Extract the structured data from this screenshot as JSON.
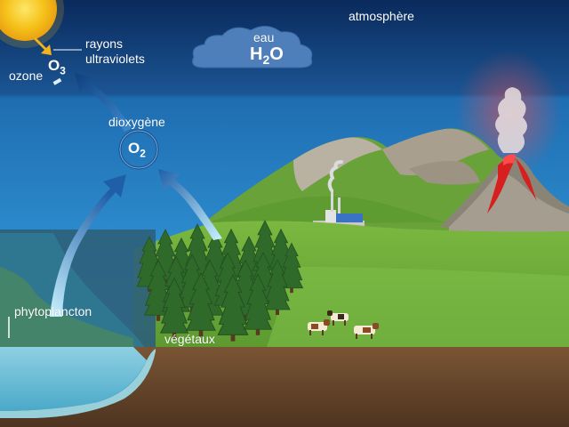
{
  "labels": {
    "atmosphere": "atmosphère",
    "rays_line1": "rayons",
    "rays_line2": "ultraviolets",
    "ozone": "ozone",
    "ozone_formula_main": "O",
    "ozone_formula_sub": "3",
    "water": "eau",
    "water_formula_h": "H",
    "water_formula_sub": "2",
    "water_formula_o": "O",
    "oxygen": "dioxygène",
    "oxygen_formula_main": "O",
    "oxygen_formula_sub": "2",
    "phytoplankton": "phytoplancton",
    "plants": "végétaux"
  },
  "colors": {
    "upper_atmosphere": "#0b2f63",
    "lower_sky": "#2b8fcf",
    "ground_green": "#6ea83a",
    "soil": "#6b4a2e",
    "sea": "#6bbfd8",
    "sun": "#f6c21a",
    "arrow_blue": "#1f5fa8",
    "lava": "#d81f1f"
  },
  "icons": [
    "sun-icon",
    "cloud-icon",
    "volcano-icon",
    "factory-icon",
    "tree-icon",
    "cow-icon",
    "arrow-icon"
  ]
}
